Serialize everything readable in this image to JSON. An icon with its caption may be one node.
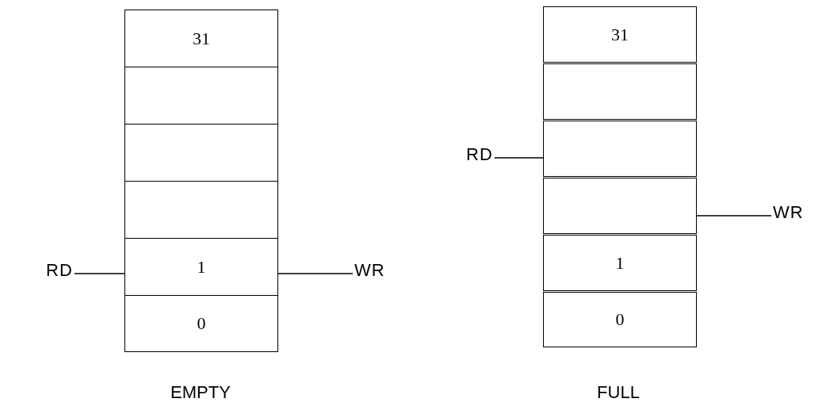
{
  "diagram": {
    "nodes": [
      {
        "text": [
          "31"
        ]
      },
      {
        "text": [],
        "shape": "box"
      },
      {
        "text": [],
        "shape": "box"
      },
      {
        "text": [],
        "shape": "box"
      },
      {
        "text": [
          "1"
        ]
      },
      {
        "text": [
          "0"
        ]
      },
      {
        "text": [
          "RD"
        ]
      },
      {
        "text": [
          "WR"
        ]
      },
      {
        "text": [
          "31"
        ]
      },
      {
        "text": [],
        "shape": "box"
      },
      {
        "text": [],
        "shape": "box"
      },
      {
        "text": [],
        "shape": "box"
      },
      {
        "text": [
          "1"
        ]
      },
      {
        "text": [
          "0"
        ]
      },
      {
        "text": [
          "RD"
        ]
      },
      {
        "text": [
          "WR"
        ]
      }
    ],
    "edges": [
      {
        "from": 6,
        "to": 4,
        "arrow": "none"
      },
      {
        "from": 7,
        "to": 4,
        "arrow": "none"
      },
      {
        "from": 14,
        "to": 10,
        "arrow": "none"
      },
      {
        "from": 15,
        "to": 11,
        "arrow": "none"
      }
    ],
    "labels": [
      "EMPTY",
      "FULL"
    ]
  }
}
